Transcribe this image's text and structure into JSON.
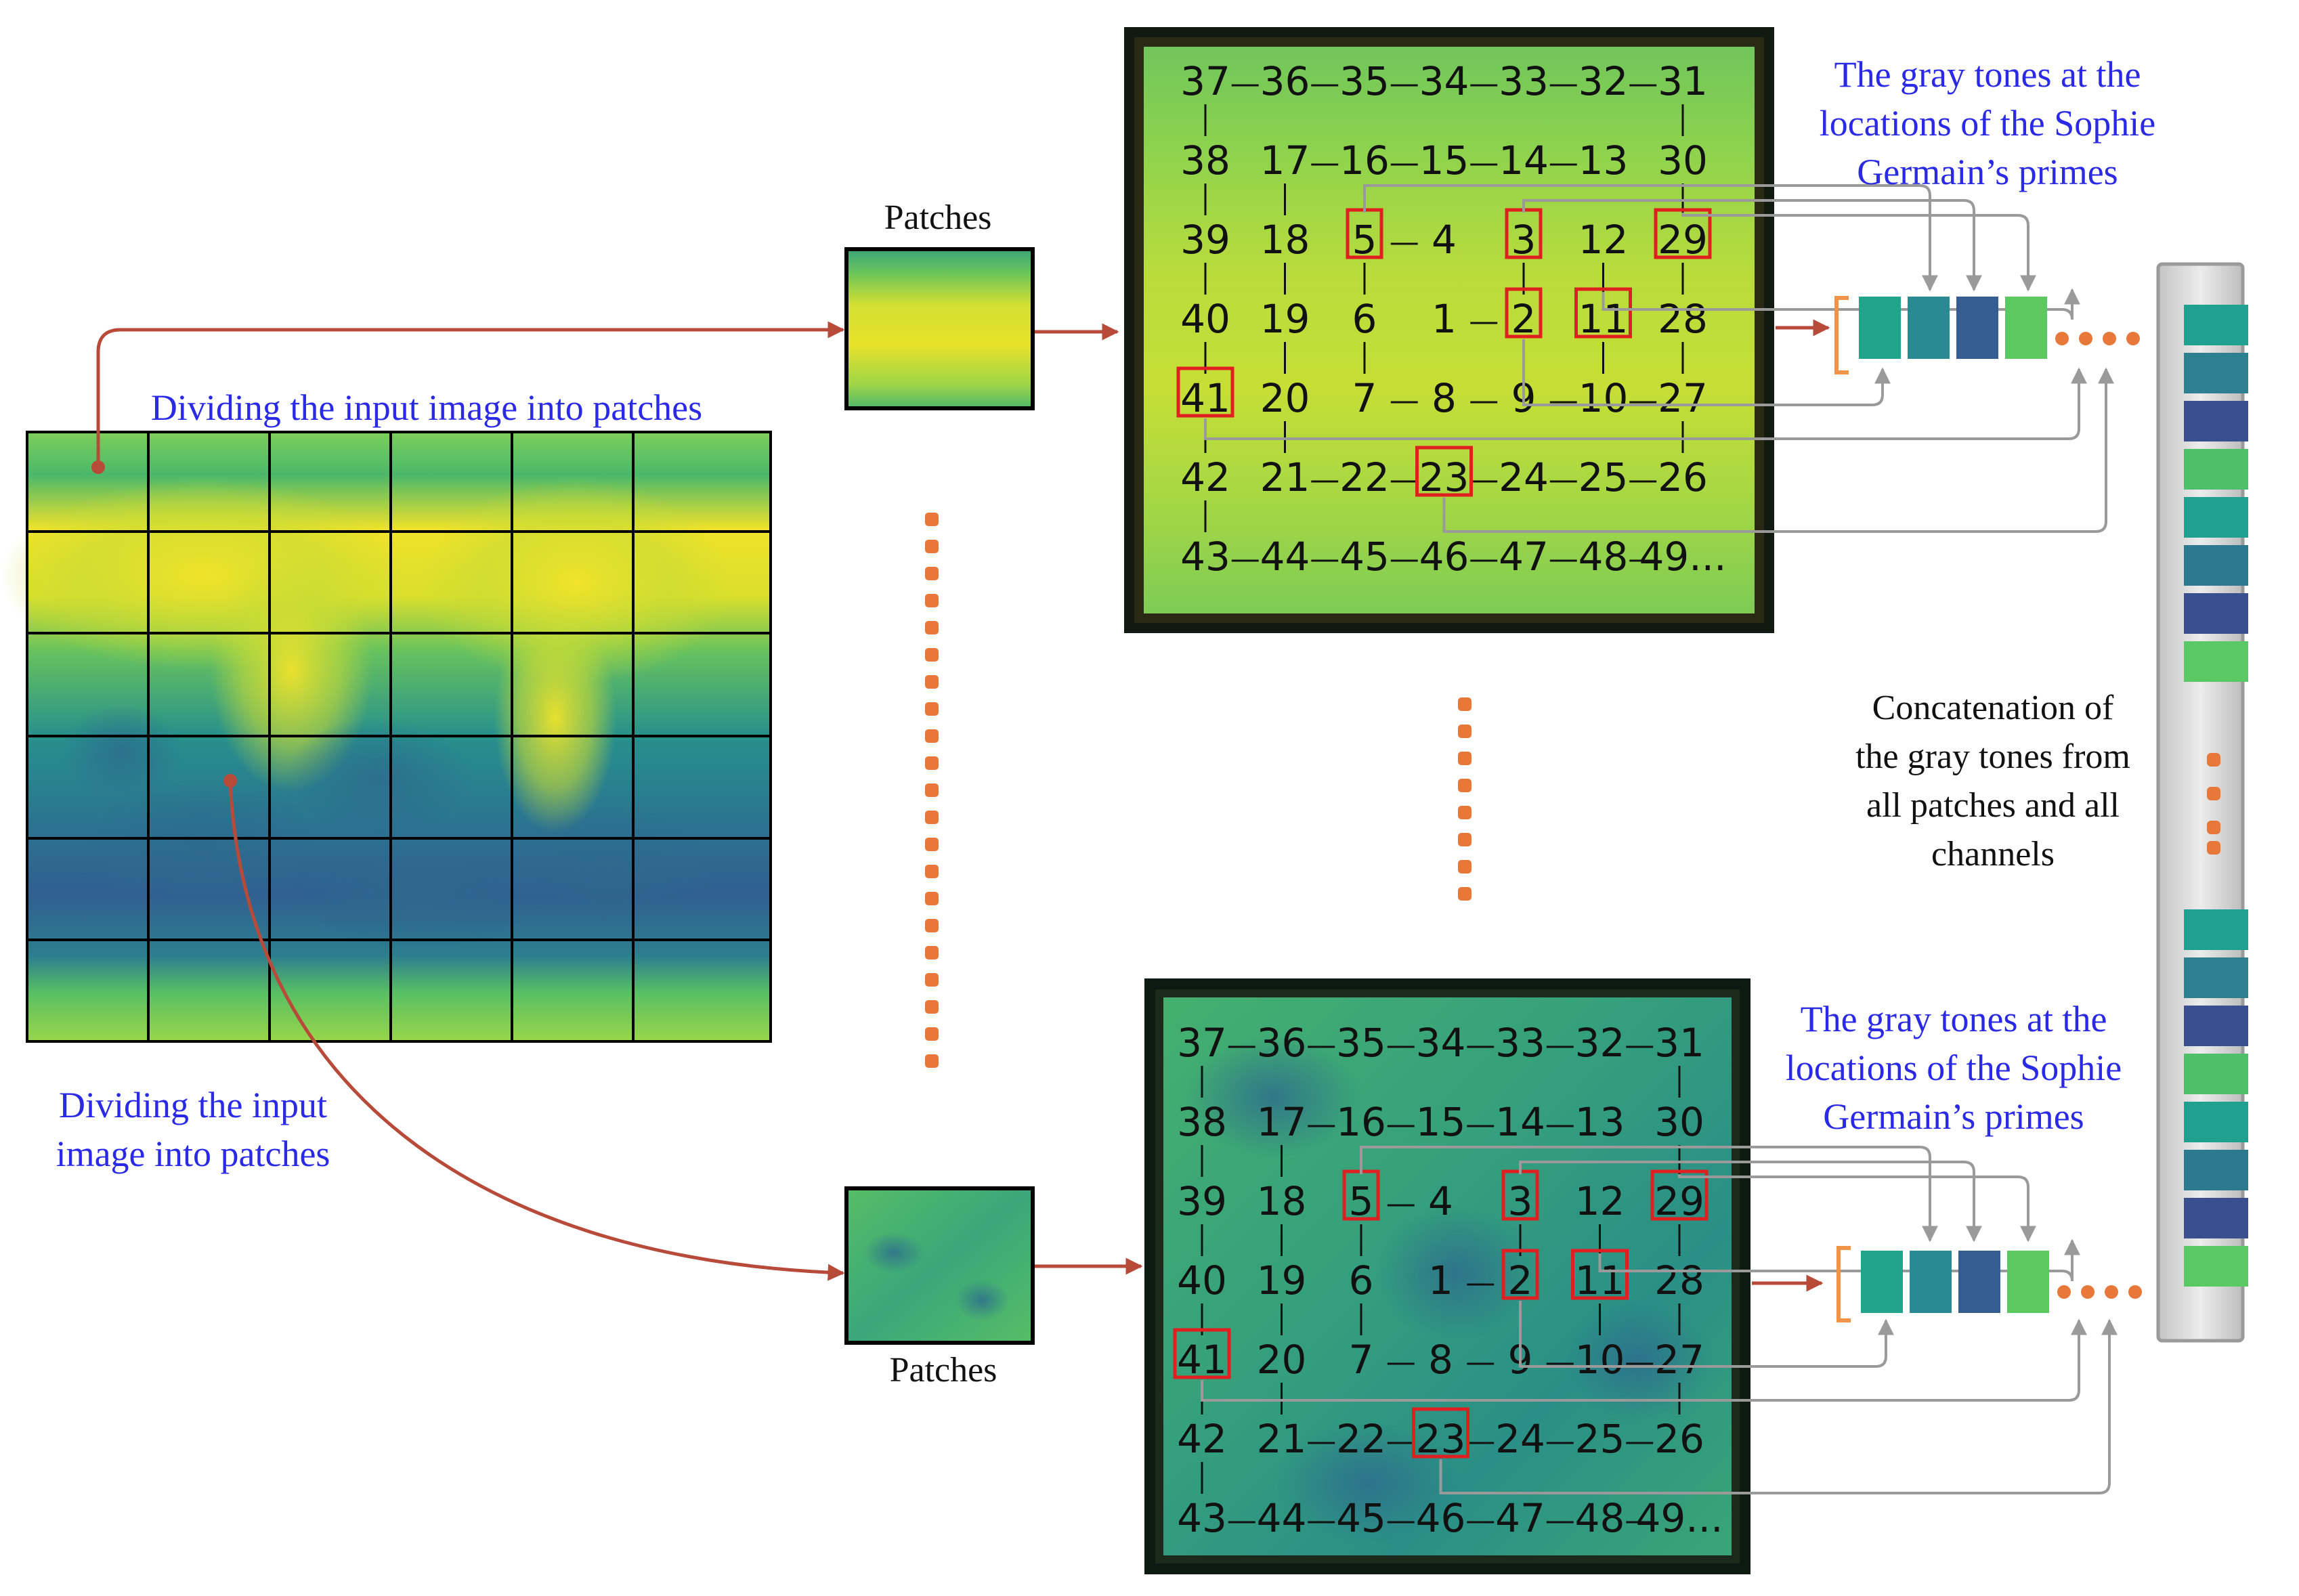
{
  "labels": {
    "dividing_top": "Dividing the input image into patches",
    "dividing_bottom_1": "Dividing the input",
    "dividing_bottom_2": "image into patches",
    "patches_top": "Patches",
    "patches_bottom": "Patches",
    "gray_top_1": "The gray tones at the",
    "gray_top_2": "locations of the Sophie",
    "gray_top_3": "Germain’s primes",
    "gray_bottom_1": "The gray tones at the",
    "gray_bottom_2": "locations of the Sophie",
    "gray_bottom_3": "Germain’s primes",
    "concat_1": "Concatenation of",
    "concat_2": "the gray tones from",
    "concat_3": "all patches and all",
    "concat_4": "channels"
  },
  "spiral_rows": [
    [
      "37",
      "36",
      "35",
      "34",
      "33",
      "32",
      "31"
    ],
    [
      "38",
      "17",
      "16",
      "15",
      "14",
      "13",
      "30"
    ],
    [
      "39",
      "18",
      "5",
      "4",
      "3",
      "12",
      "29"
    ],
    [
      "40",
      "19",
      "6",
      "1",
      "2",
      "11",
      "28"
    ],
    [
      "41",
      "20",
      "7",
      "8",
      "9",
      "10",
      "27"
    ],
    [
      "42",
      "21",
      "22",
      "23",
      "24",
      "25",
      "26"
    ],
    [
      "43",
      "44",
      "45",
      "46",
      "47",
      "48",
      "49..."
    ]
  ],
  "highlighted_primes": [
    "5",
    "3",
    "29",
    "2",
    "11",
    "41",
    "23"
  ],
  "colors": {
    "arrow_red": "#b84a3a",
    "prime_box": "#e02020",
    "caption_blue": "#2a2ae6",
    "dots_orange": "#e8783a",
    "gray_arrow": "#9a9a9a"
  },
  "feature_swatches_top": [
    "#22a38c",
    "#2a8a93",
    "#355d92",
    "#5cc860"
  ],
  "feature_swatches_bottom": [
    "#22a38c",
    "#2a8a93",
    "#355d92",
    "#5cc860"
  ],
  "concat_column_top": [
    "#20a08e",
    "#2c8090",
    "#3a4f8e",
    "#4fc06a",
    "#20a08e",
    "#2c7a90",
    "#3a4f8e",
    "#5ac864"
  ],
  "concat_column_bottom": [
    "#20a08e",
    "#2c8090",
    "#3a4f8e",
    "#4fc06a",
    "#20a08e",
    "#2c7a90",
    "#3a4f8e",
    "#5ac864"
  ]
}
